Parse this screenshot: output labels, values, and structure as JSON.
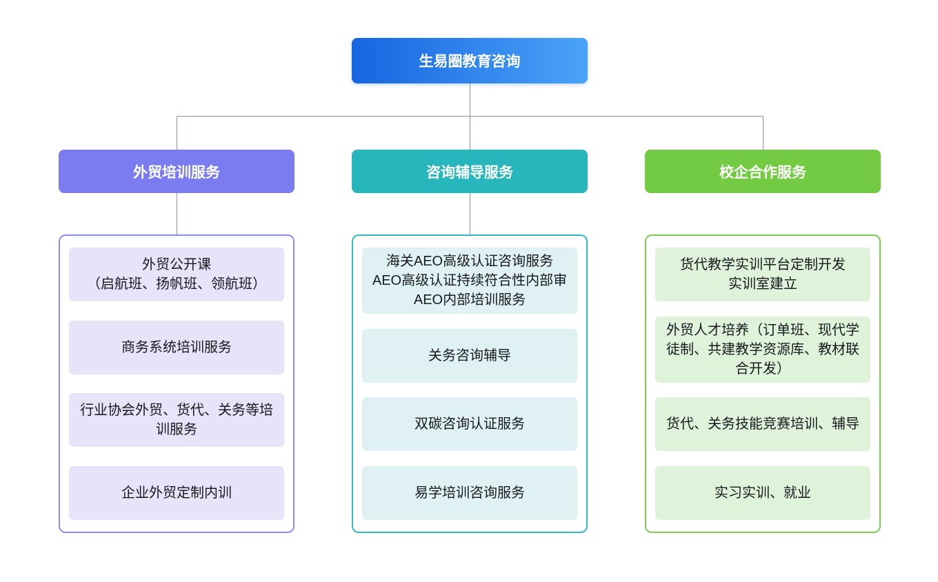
{
  "root": {
    "label": "生易圈教育咨询",
    "gradient_start": "#1765E0",
    "gradient_end": "#4AA3F8",
    "text_color": "#ffffff"
  },
  "connector_color": "#8C929B",
  "branches": [
    {
      "label": "外贸培训服务",
      "header_bg": "#7B7CF0",
      "border_color": "#8B8DF4",
      "item_bg": "#E6E4F9",
      "items": [
        {
          "text": "外贸公开课\n（启航班、扬帆班、领航班）"
        },
        {
          "text": "商务系统培训服务"
        },
        {
          "text": "行业协会外贸、货代、关务等培训服务"
        },
        {
          "text": "企业外贸定制内训"
        }
      ]
    },
    {
      "label": "咨询辅导服务",
      "header_bg": "#27B6BB",
      "border_color": "#2EBCC2",
      "item_bg": "#DFF1F3",
      "items": [
        {
          "text": "海关AEO高级认证咨询服务\nAEO高级认证持续符合性内部审\nAEO内部培训服务"
        },
        {
          "text": "关务咨询辅导"
        },
        {
          "text": "双碳咨询认证服务"
        },
        {
          "text": "易学培训咨询服务"
        }
      ]
    },
    {
      "label": "校企合作服务",
      "header_bg": "#73CB44",
      "border_color": "#79CD51",
      "item_bg": "#DFF2DA",
      "items": [
        {
          "text": "货代教学实训平台定制开发\n实训室建立"
        },
        {
          "text": "外贸人才培养（订单班、现代学徒制、共建教学资源库、教材联合开发）"
        },
        {
          "text": "货代、关务技能竞赛培训、辅导"
        },
        {
          "text": "实习实训、就业"
        }
      ]
    }
  ]
}
